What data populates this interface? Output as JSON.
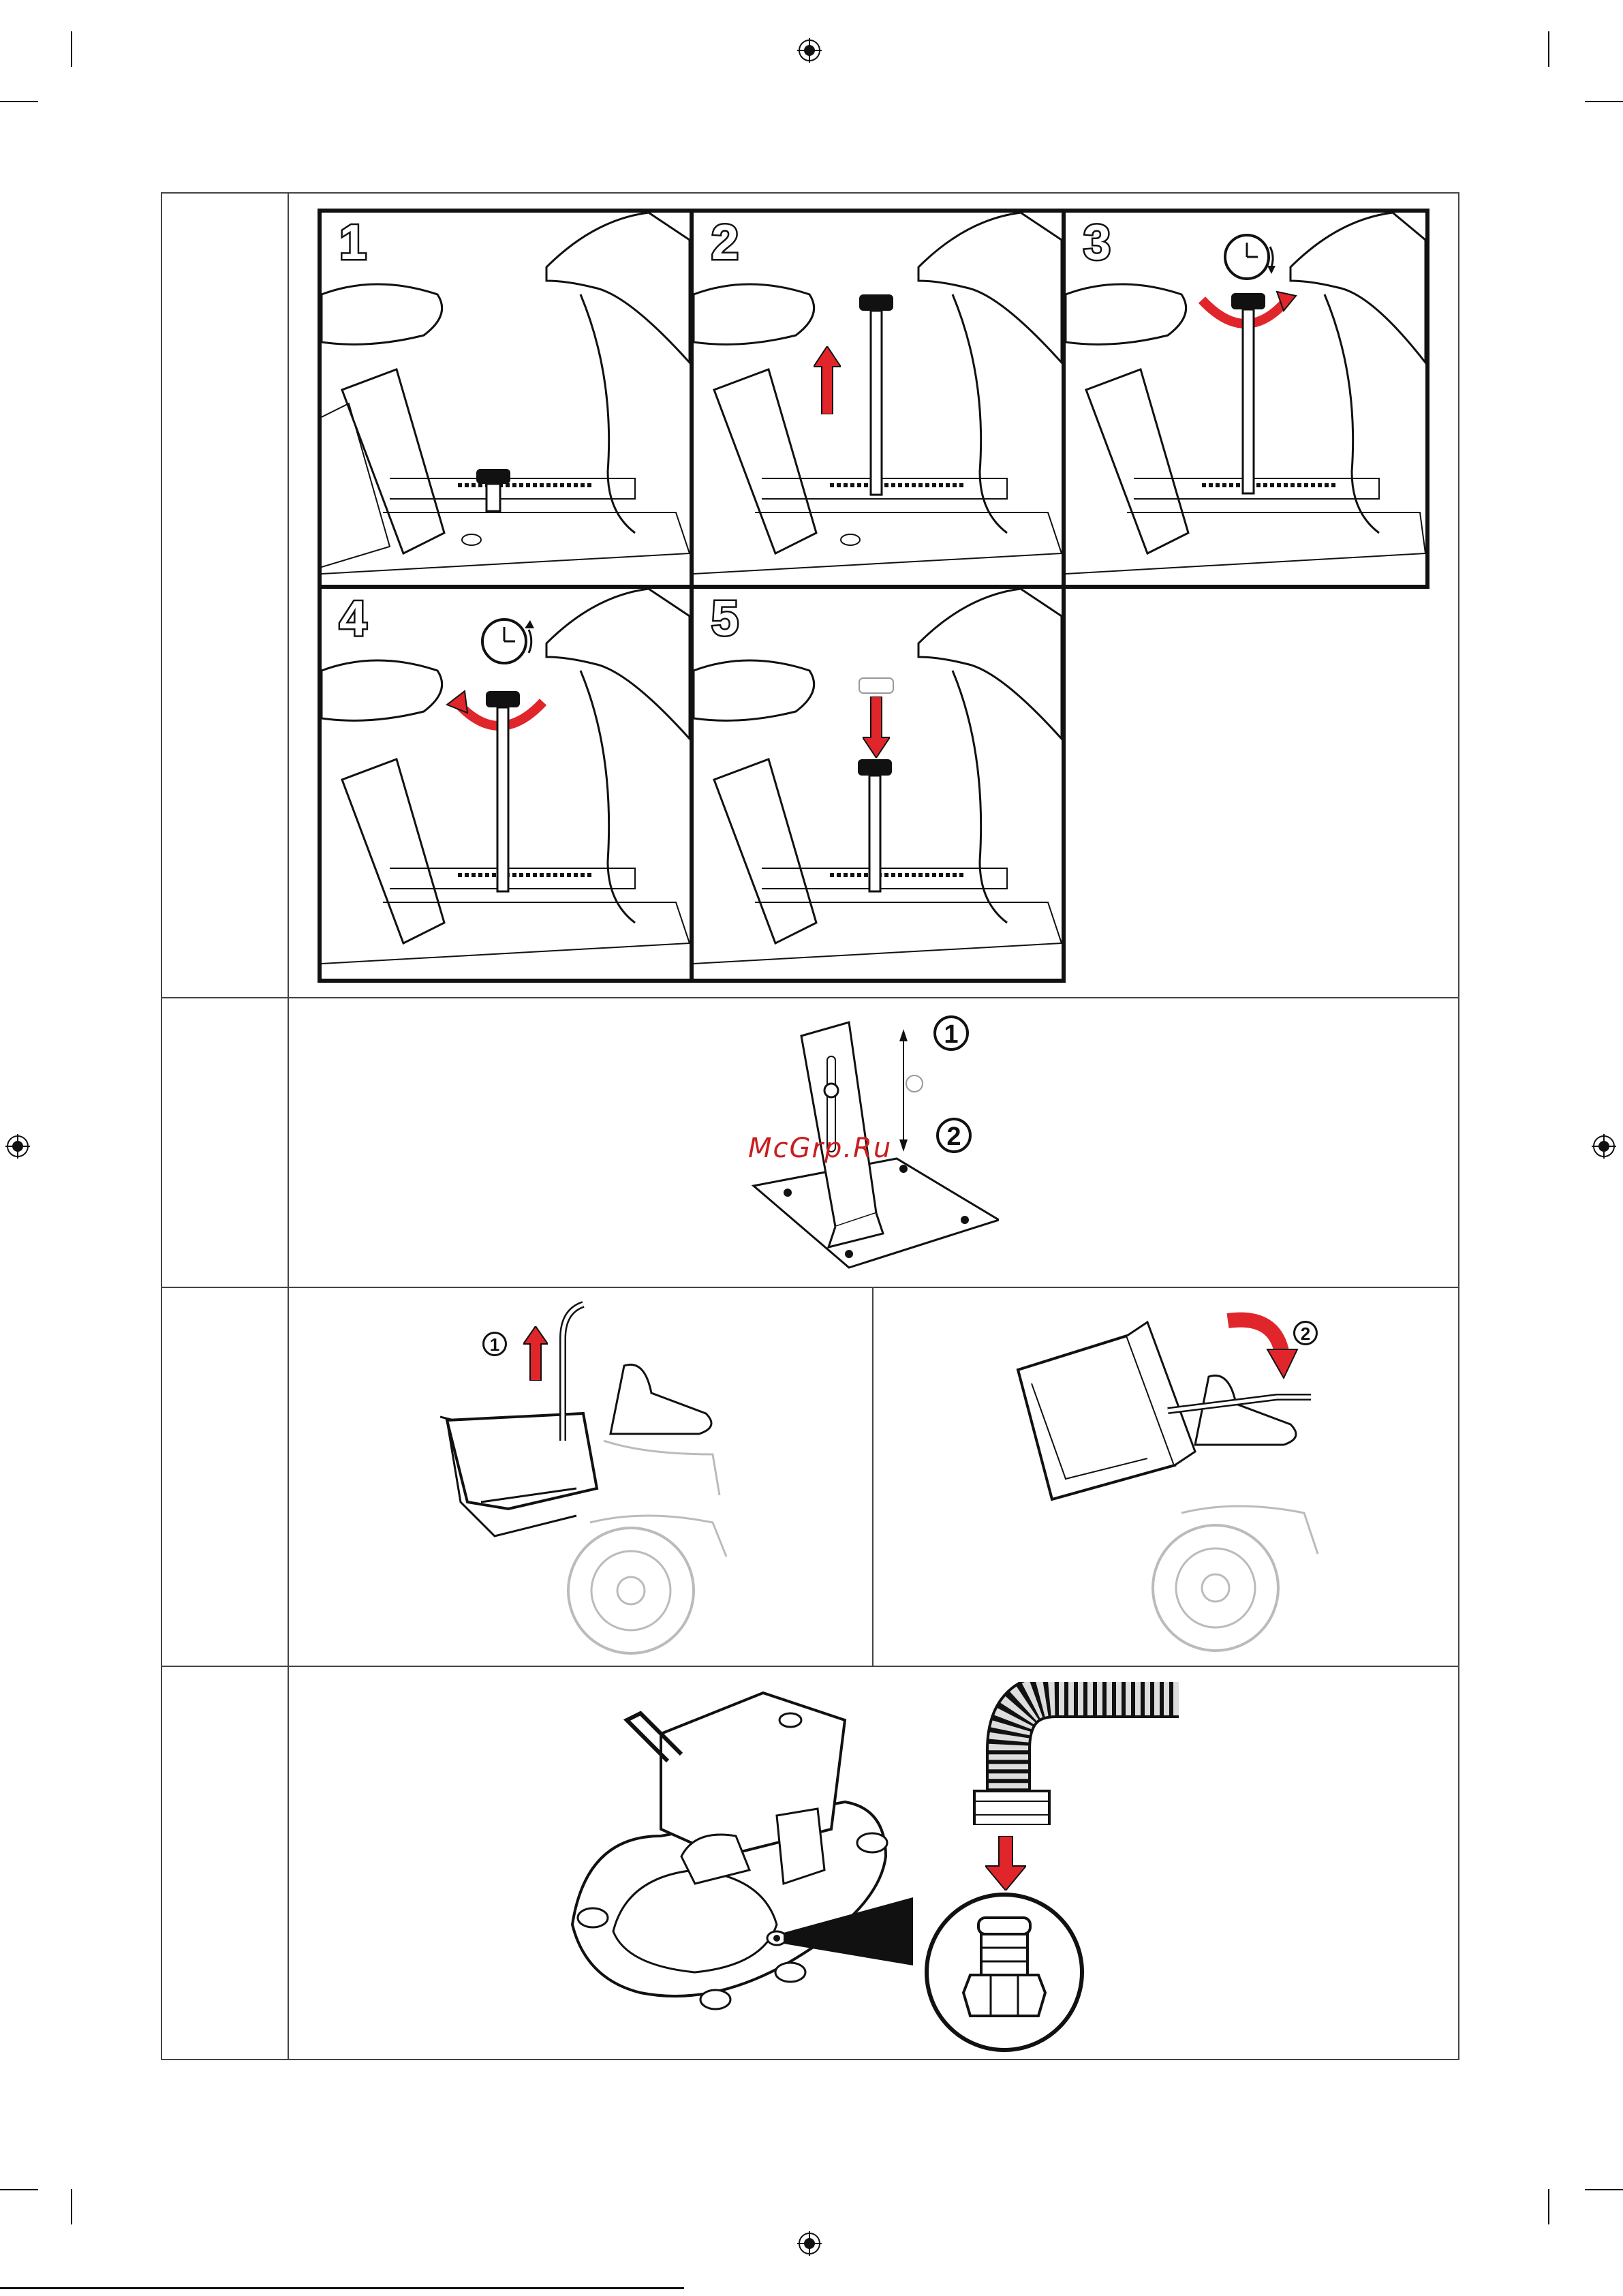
{
  "page": {
    "watermark": "McGrp.Ru"
  },
  "row1": {
    "steps": [
      {
        "label": "1"
      },
      {
        "label": "2"
      },
      {
        "label": "3"
      },
      {
        "label": "4"
      },
      {
        "label": "5"
      }
    ]
  },
  "row2": {
    "callouts": [
      {
        "label": "1"
      },
      {
        "label": "2"
      }
    ]
  },
  "row3": {
    "callouts": [
      {
        "label": "1"
      },
      {
        "label": "2"
      }
    ]
  },
  "colors": {
    "arrow_red": "#e0262b",
    "line_dark": "#111111",
    "frame": "#444444"
  }
}
